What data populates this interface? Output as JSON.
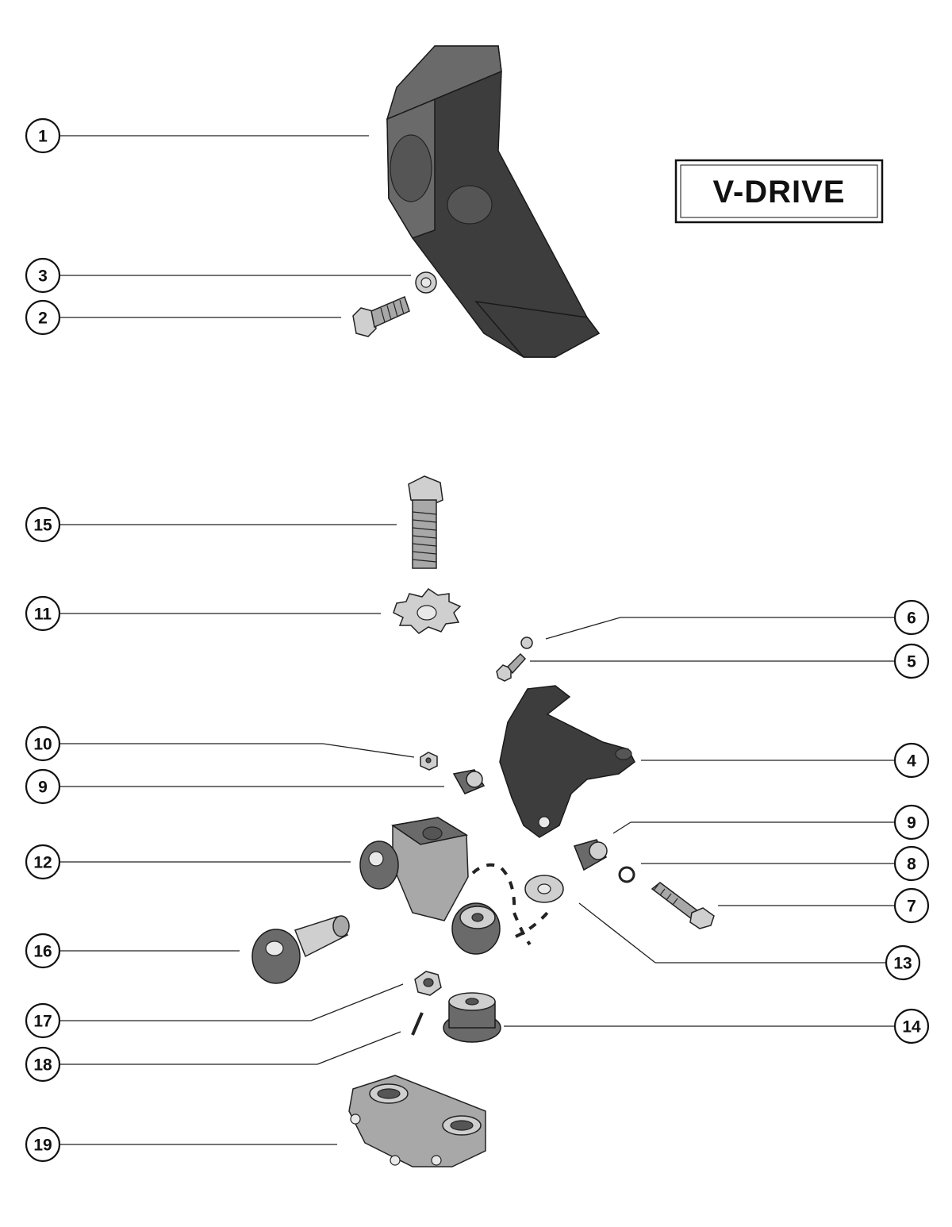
{
  "diagram": {
    "title": "V-DRIVE",
    "callouts": [
      {
        "id": "c1",
        "label": "1"
      },
      {
        "id": "c3",
        "label": "3"
      },
      {
        "id": "c2",
        "label": "2"
      },
      {
        "id": "c15",
        "label": "15"
      },
      {
        "id": "c11",
        "label": "11"
      },
      {
        "id": "c6",
        "label": "6"
      },
      {
        "id": "c5",
        "label": "5"
      },
      {
        "id": "c10",
        "label": "10"
      },
      {
        "id": "c4",
        "label": "4"
      },
      {
        "id": "c9a",
        "label": "9"
      },
      {
        "id": "c9b",
        "label": "9"
      },
      {
        "id": "c12",
        "label": "12"
      },
      {
        "id": "c8",
        "label": "8"
      },
      {
        "id": "c7",
        "label": "7"
      },
      {
        "id": "c16",
        "label": "16"
      },
      {
        "id": "c13",
        "label": "13"
      },
      {
        "id": "c17",
        "label": "17"
      },
      {
        "id": "c14",
        "label": "14"
      },
      {
        "id": "c18",
        "label": "18"
      },
      {
        "id": "c19",
        "label": "19"
      }
    ]
  }
}
